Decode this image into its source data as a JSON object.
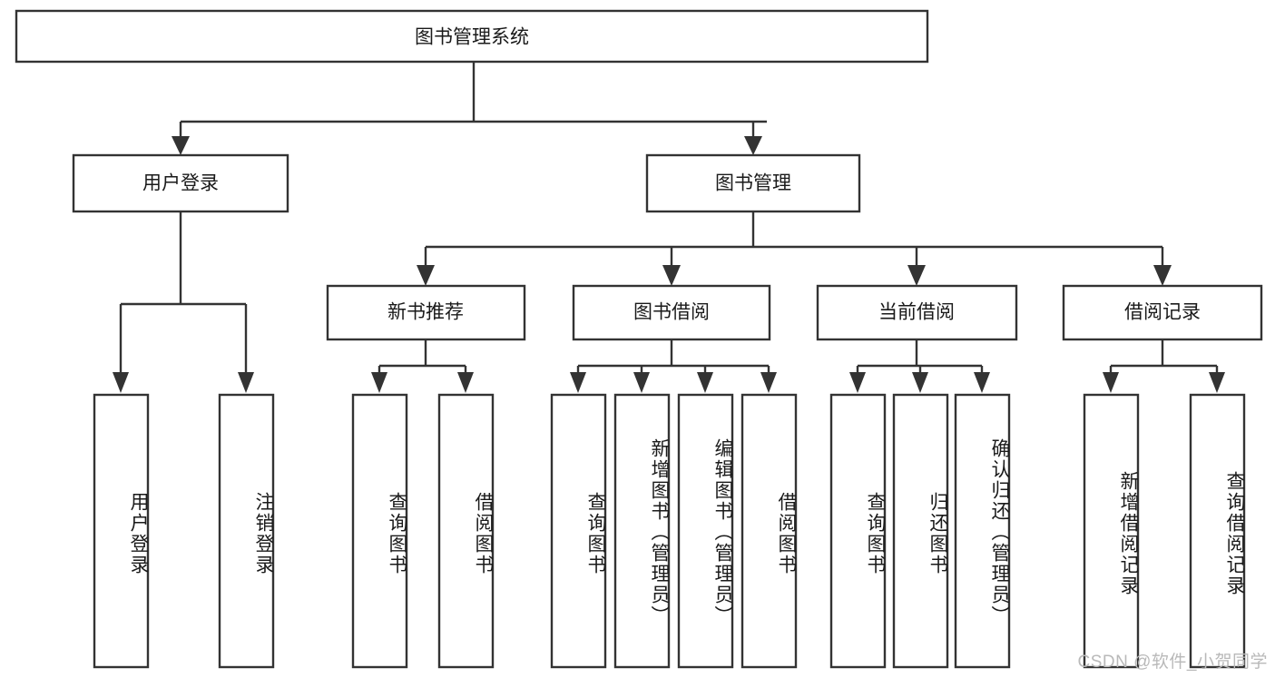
{
  "diagram": {
    "type": "tree",
    "title": "图书管理系统",
    "orientation": "top-down",
    "colors": {
      "box_fill": "#ffffff",
      "box_stroke": "#333333",
      "text": "#1a1a1a",
      "watermark": "#b9b9b9",
      "background": "#ffffff"
    },
    "root": {
      "label": "图书管理系统"
    },
    "level1": [
      {
        "label": "用户登录"
      },
      {
        "label": "图书管理"
      }
    ],
    "level2": [
      {
        "label": "新书推荐"
      },
      {
        "label": "图书借阅"
      },
      {
        "label": "当前借阅"
      },
      {
        "label": "借阅记录"
      }
    ],
    "leaves": {
      "user_login": [
        {
          "label": "用户登录"
        },
        {
          "label": "注销登录"
        }
      ],
      "new_book_recommend": [
        {
          "label": "查询图书"
        },
        {
          "label": "借阅图书"
        }
      ],
      "book_borrow": [
        {
          "label": "查询图书"
        },
        {
          "label": "新增图书（管理员）"
        },
        {
          "label": "编辑图书（管理员）"
        },
        {
          "label": "借阅图书"
        }
      ],
      "current_borrow": [
        {
          "label": "查询图书"
        },
        {
          "label": "归还图书"
        },
        {
          "label": "确认归还（管理员）"
        }
      ],
      "borrow_record": [
        {
          "label": "新增借阅记录"
        },
        {
          "label": "查询借阅记录"
        }
      ]
    }
  },
  "watermark": {
    "text": "CSDN @软件_小贺同学"
  }
}
